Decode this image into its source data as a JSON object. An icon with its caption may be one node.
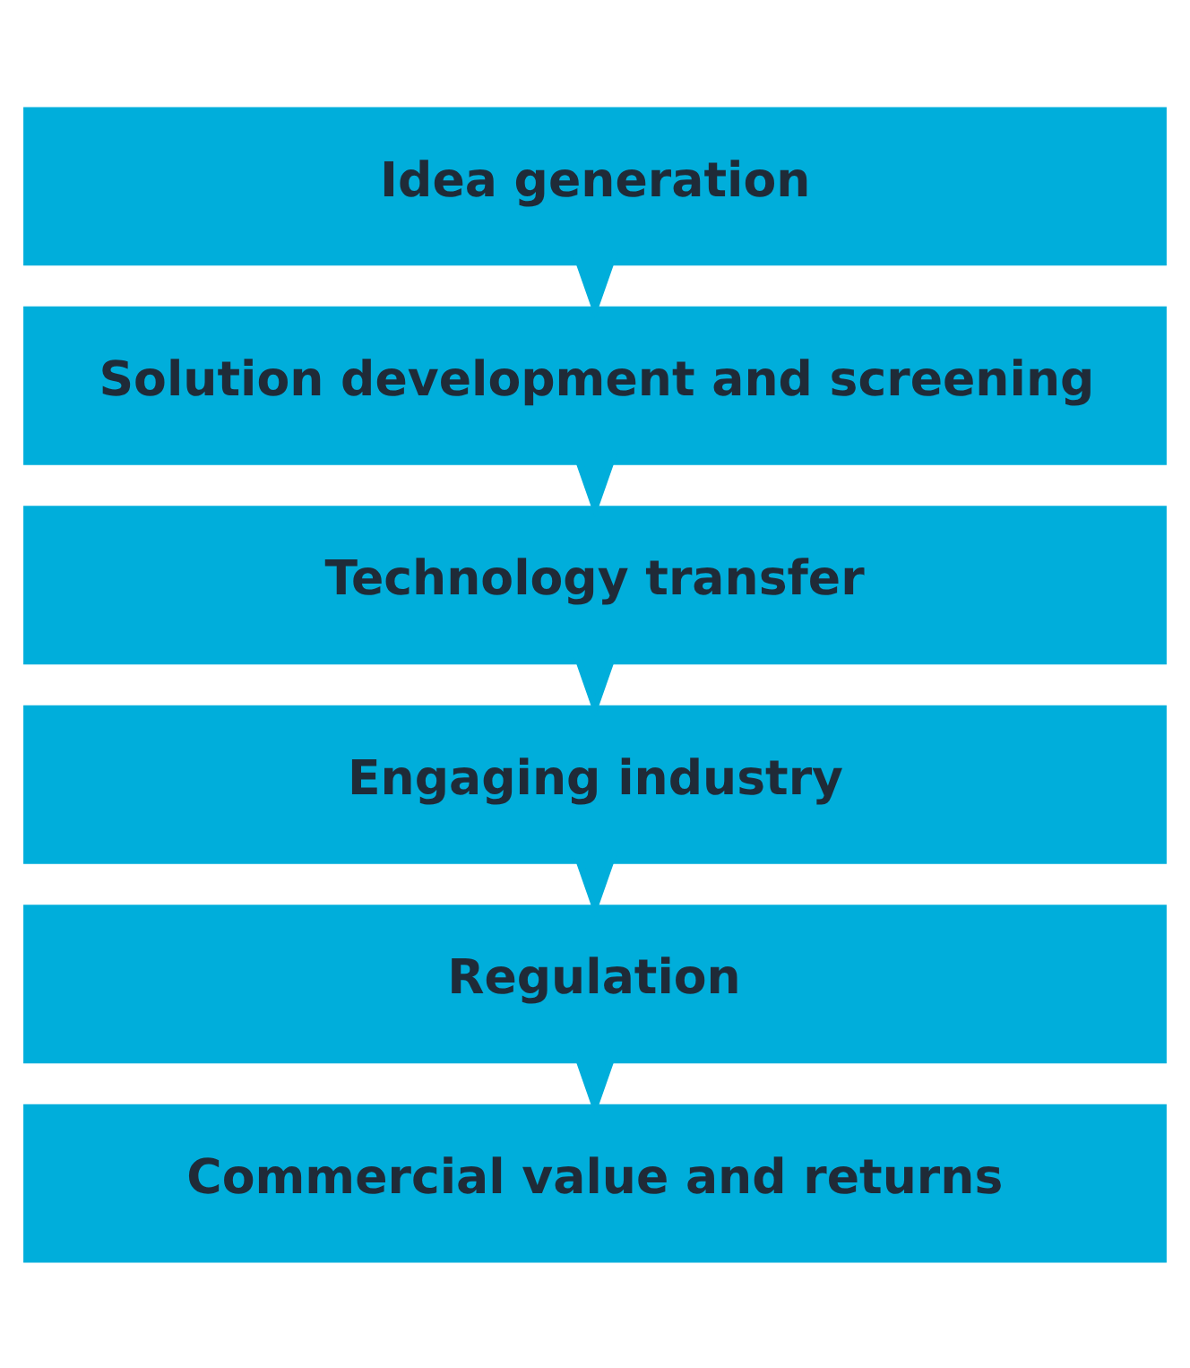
{
  "diagram": {
    "nodes": [
      {
        "text": [
          "Idea generation"
        ]
      },
      {
        "text": [
          "Solution development and screening"
        ]
      },
      {
        "text": [
          "Technology transfer"
        ]
      },
      {
        "text": [
          "Engaging industry"
        ]
      },
      {
        "text": [
          "Regulation"
        ]
      },
      {
        "text": [
          "Commercial value and returns"
        ]
      }
    ],
    "edges": [
      {
        "from": 0,
        "to": 1,
        "arrow": "to"
      },
      {
        "from": 1,
        "to": 2,
        "arrow": "to"
      },
      {
        "from": 2,
        "to": 3,
        "arrow": "to"
      },
      {
        "from": 3,
        "to": 4,
        "arrow": "to"
      },
      {
        "from": 4,
        "to": 5,
        "arrow": "to"
      }
    ]
  }
}
